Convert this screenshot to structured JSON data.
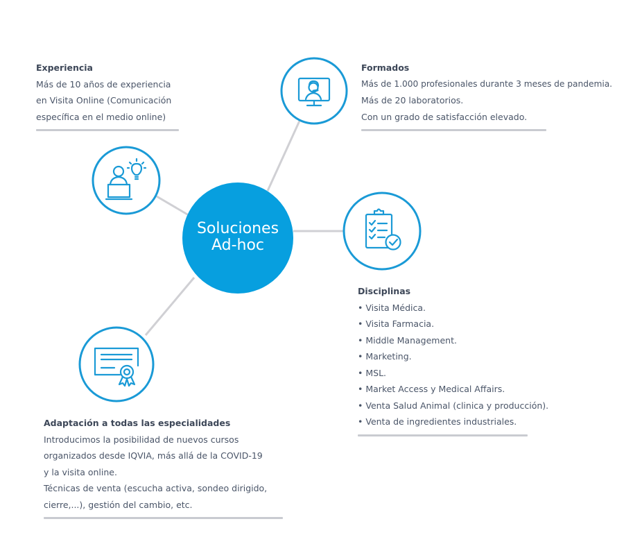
{
  "colors": {
    "accent": "#1a9ad6",
    "hub_fill": "#079fdf",
    "connector": "#d0d0d4",
    "text": "#4a5568",
    "rule": "#c9cbd1"
  },
  "hub": {
    "line1": "Soluciones",
    "line2": "Ad-hoc"
  },
  "nodes": {
    "experiencia": {
      "icon": "presenter-idea-icon",
      "title": "Experiencia",
      "lines": [
        "Más de 10 años de experiencia",
        "en Visita Online (Comunicación",
        "específica en el medio online)"
      ]
    },
    "formados": {
      "icon": "monitor-headset-icon",
      "title": "Formados",
      "lines": [
        "Más de 1.000 profesionales durante 3 meses de pandemia.",
        "Más de 20 laboratorios.",
        "Con un grado de satisfacción elevado."
      ]
    },
    "disciplinas": {
      "icon": "clipboard-check-icon",
      "title": "Disciplinas",
      "items": [
        "Visita Médica.",
        "Visita Farmacia.",
        "Middle Management.",
        "Marketing.",
        "MSL.",
        "Market Access y Medical Affairs.",
        "Venta Salud Animal (clinica y producción).",
        "Venta de ingredientes industriales."
      ]
    },
    "adaptacion": {
      "icon": "certificate-icon",
      "title": "Adaptación a todas las especialidades",
      "lines": [
        "Introducimos la posibilidad de nuevos cursos",
        "organizados desde IQVIA, más allá de la COVID-19",
        "y la visita online.",
        "Técnicas de venta (escucha activa, sondeo dirigido,",
        "cierre,...), gestión del cambio, etc."
      ]
    }
  }
}
